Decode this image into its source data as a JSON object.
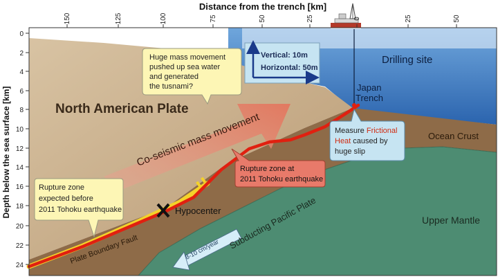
{
  "axes": {
    "top_title": "Distance from the trench [km]",
    "left_title": "Depth below the sea surface [km]",
    "top_ticks": [
      "150",
      "125",
      "100",
      "75",
      "50",
      "25",
      "0",
      "25",
      "50"
    ],
    "left_ticks": [
      "0",
      "2",
      "4",
      "6",
      "8",
      "10",
      "12",
      "14",
      "16",
      "18",
      "20",
      "22",
      "24"
    ]
  },
  "scale_box": {
    "vertical": "Vertical: 10m",
    "horizontal": "Horizontal: 50m"
  },
  "callouts": {
    "mass_movement": [
      "Huge mass movement",
      "pushed up sea water",
      "and generated",
      "the tusnami?"
    ],
    "rupture_before": [
      "Rupture zone",
      "expected before",
      "2011 Tohoku earthquake"
    ],
    "rupture_2011": [
      "Rupture zone at",
      "2011 Tohoku earthquake"
    ],
    "measure_heat": {
      "line1_prefix": "Measure ",
      "line1_highlight": "Frictional",
      "line2_highlight": "Heat",
      "line2_suffix": " caused by",
      "line3": "huge slip"
    }
  },
  "labels": {
    "drilling_site": "Drilling site",
    "japan_trench_line1": "Japan",
    "japan_trench_line2": "Trench",
    "north_american_plate": "North American Plate",
    "coseismic": "Co-seismic mass movement",
    "ocean_crust": "Ocean Crust",
    "upper_mantle": "Upper Mantle",
    "subducting_plate": "Subducting Pacific Plate",
    "plate_boundary_fault": "Plate Boundary Fault",
    "hypocenter": "Hypocenter",
    "plate_rate": "8-10 cm/year"
  },
  "colors": {
    "sea": "#3f7fc4",
    "north_american_plate": "#cdb594",
    "crust_brown": "#8a6a48",
    "mantle_green": "#4a8a70",
    "rupture_red": "#e02010",
    "rupture_yellow": "#f4d22a",
    "callout_yellow": "#fdf6b5",
    "callout_red": "#e87a6a",
    "callout_blue": "#c6e4f2"
  }
}
